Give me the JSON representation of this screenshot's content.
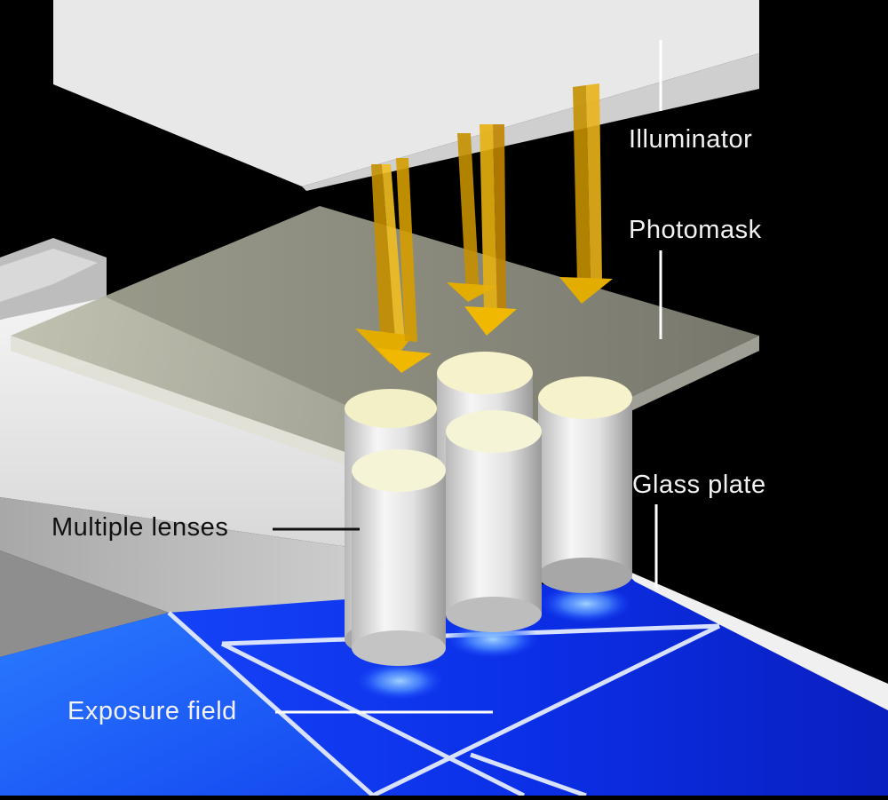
{
  "labels": {
    "illuminator": "Illuminator",
    "photomask": "Photomask",
    "glass_plate": "Glass plate",
    "multiple_lenses": "Multiple lenses",
    "exposure_field": "Exposure field"
  },
  "colors": {
    "background": "#000000",
    "illuminator": "#ececec",
    "photomask": "#8c8c80",
    "light_beam": "#e8b000",
    "exposure_field": "#0a2fe0",
    "lens": "#dadada",
    "leader_line": "#ffffff"
  }
}
